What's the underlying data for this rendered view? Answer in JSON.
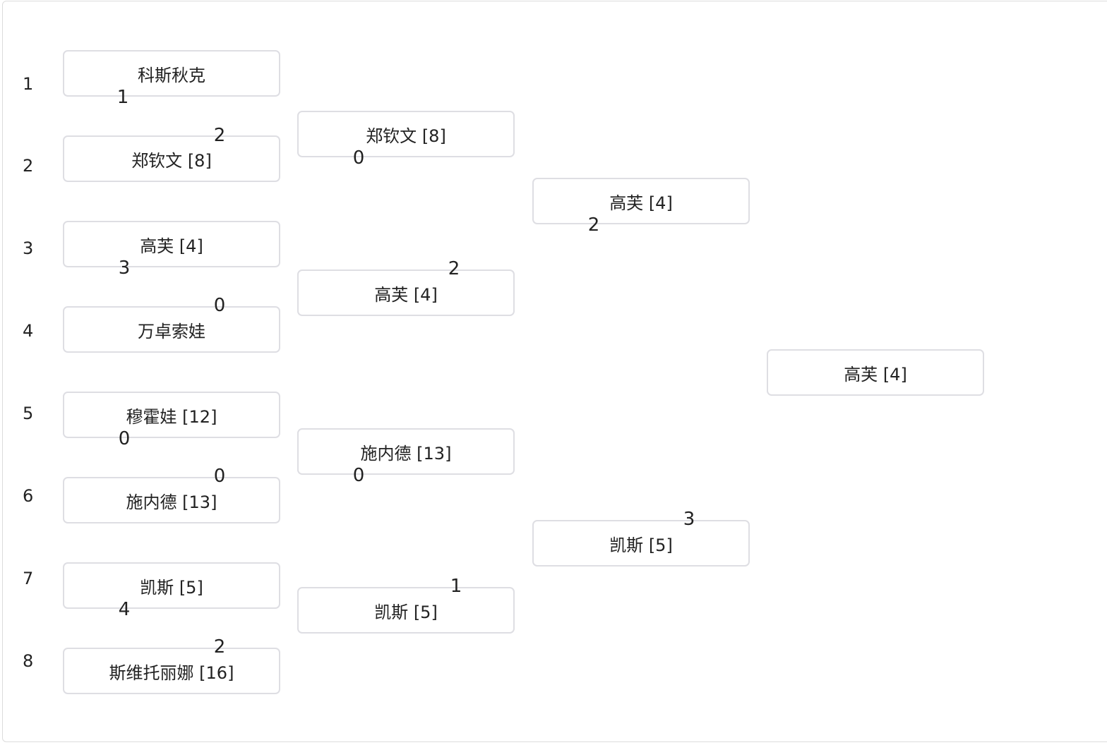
{
  "seeds": [
    "1",
    "2",
    "3",
    "4",
    "5",
    "6",
    "7",
    "8"
  ],
  "round1": [
    {
      "top": "科斯秋克",
      "bottom": "郑钦文 [8]",
      "top_score": "1",
      "bottom_score": "2"
    },
    {
      "top": "高芙 [4]",
      "bottom": "万卓索娃",
      "top_score": "3",
      "bottom_score": "0"
    },
    {
      "top": "穆霍娃 [12]",
      "bottom": "施内德 [13]",
      "top_score": "0",
      "bottom_score": "0"
    },
    {
      "top": "凯斯 [5]",
      "bottom": "斯维托丽娜 [16]",
      "top_score": "4",
      "bottom_score": "2"
    }
  ],
  "round2": [
    {
      "top": "郑钦文 [8]",
      "bottom": "高芙 [4]",
      "top_score": "0",
      "bottom_score": "2"
    },
    {
      "top": "施内德 [13]",
      "bottom": "凯斯 [5]",
      "top_score": "0",
      "bottom_score": "1"
    }
  ],
  "round3": [
    {
      "top": "高芙 [4]",
      "bottom": "凯斯 [5]",
      "top_score": "2",
      "bottom_score": "3"
    }
  ],
  "champion": "高芙 [4]"
}
